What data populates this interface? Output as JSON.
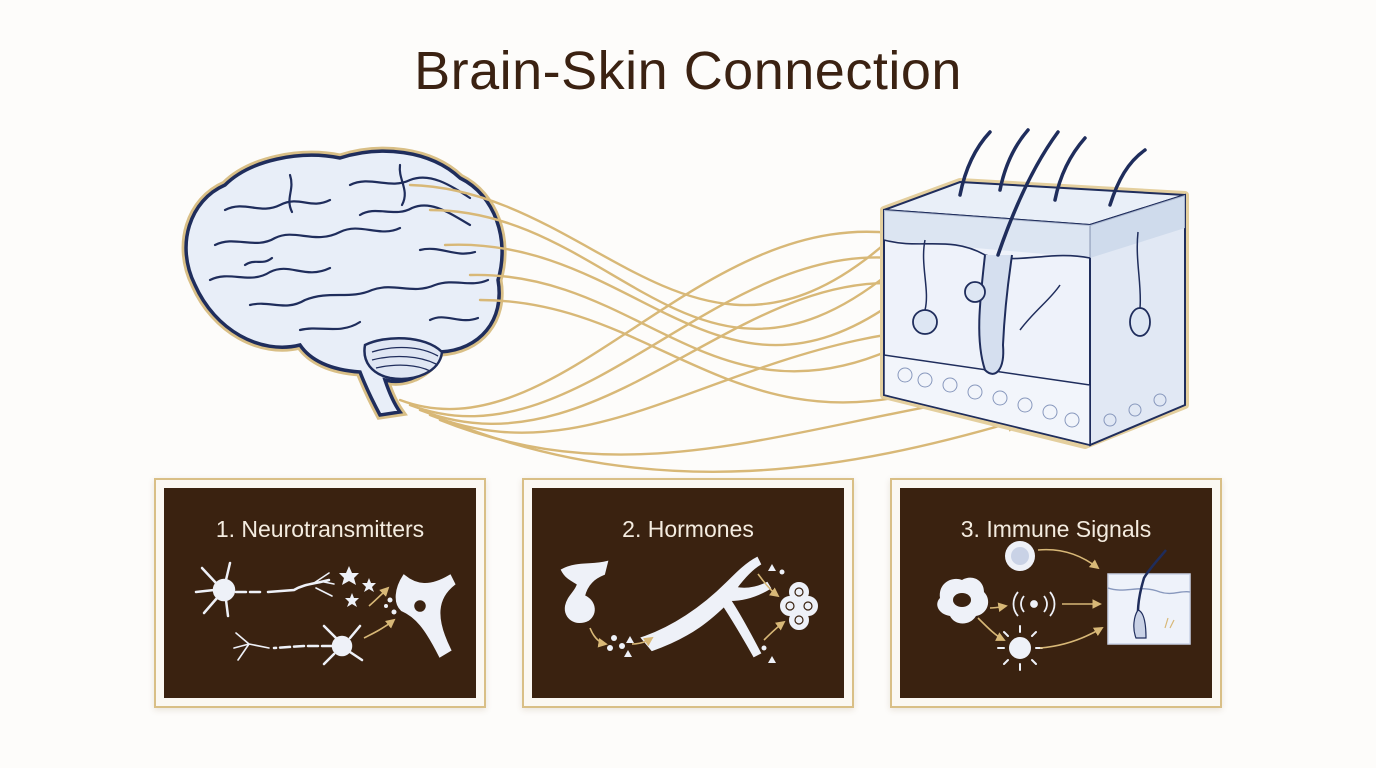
{
  "title": "Brain-Skin Connection",
  "panels": [
    {
      "label": "1. Neurotransmitters"
    },
    {
      "label": "2. Hormones"
    },
    {
      "label": "3. Immune Signals"
    }
  ],
  "colors": {
    "title": "#3b2212",
    "nerve_gold": "#d8b877",
    "brain_outline": "#1f2d5c",
    "brain_fill": "#e8eef8",
    "panel_bg": "#3a2210",
    "panel_border": "#d9bf86",
    "panel_text": "#f4ece0"
  }
}
